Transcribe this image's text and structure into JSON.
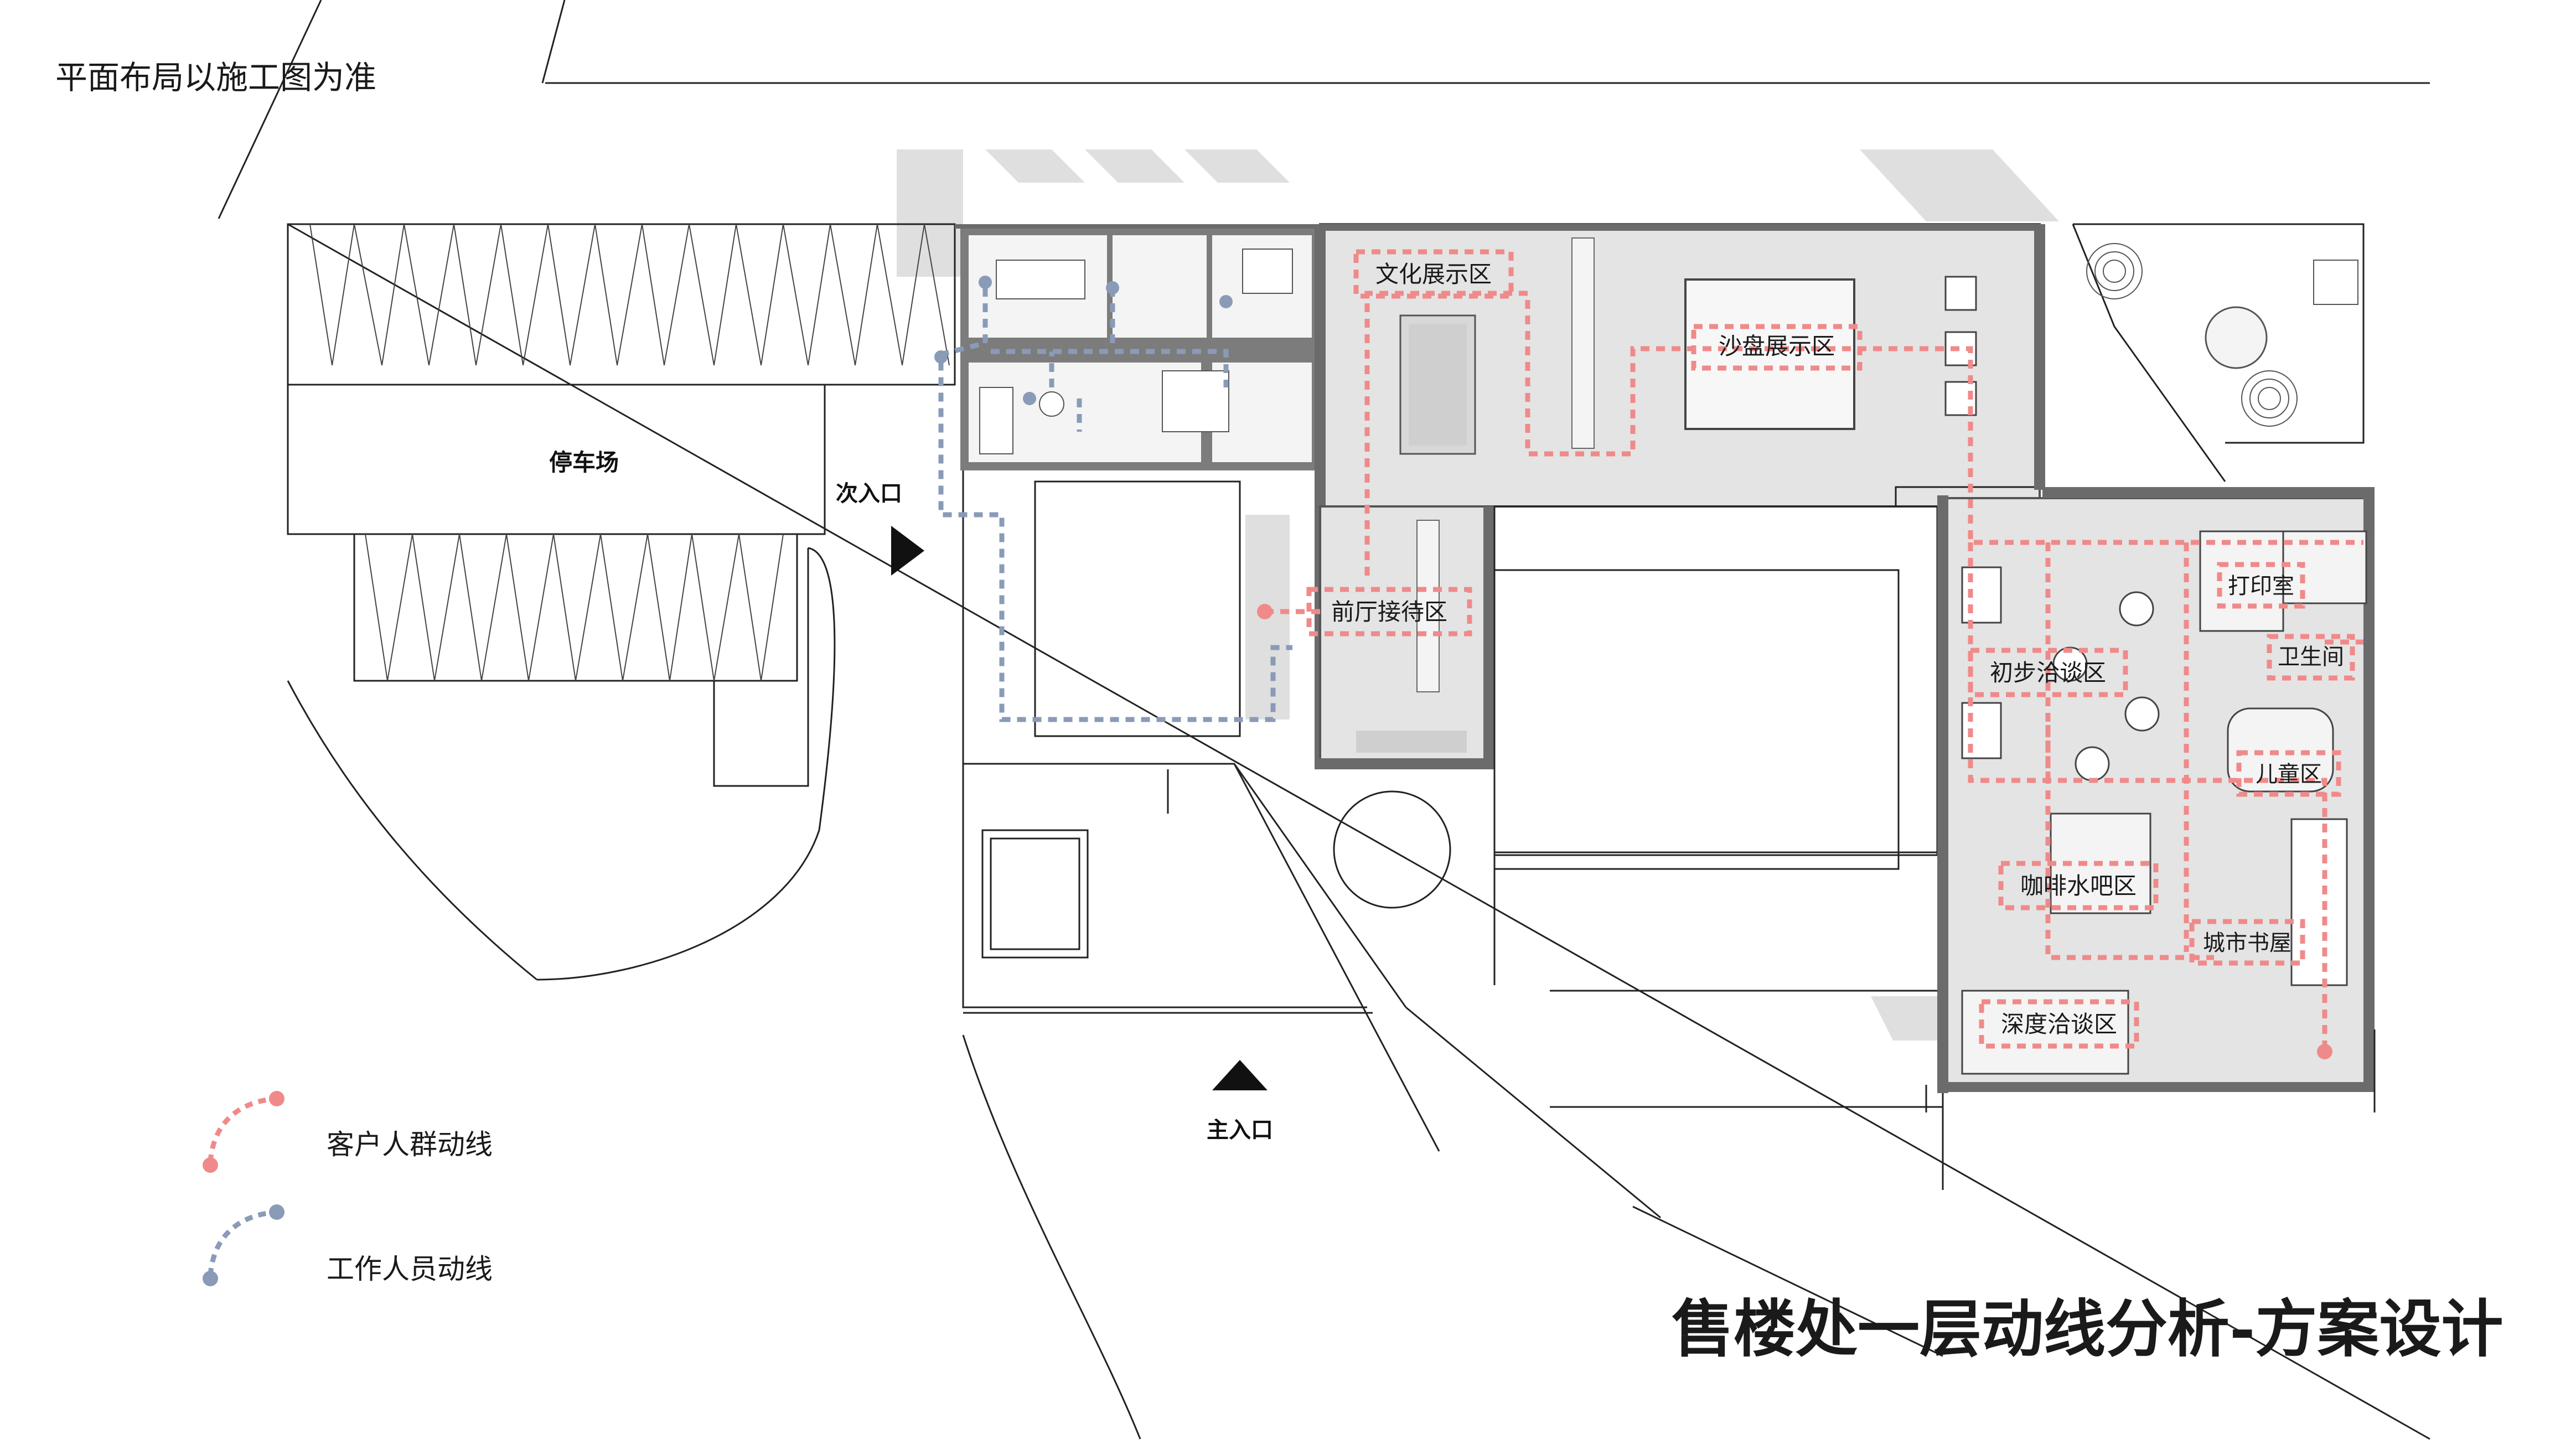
{
  "note": "平面布局以施工图为准",
  "title": "售楼处一层动线分析-方案设计",
  "labels": {
    "parking": "停车场",
    "secondary_entrance": "次入口",
    "main_entrance": "主入口"
  },
  "zones": {
    "culture": "文化展示区",
    "sandtable": "沙盘展示区",
    "reception": "前厅接待区",
    "print": "打印室",
    "washroom": "卫生间",
    "initial_talk": "初步洽谈区",
    "kids": "儿童区",
    "coffee": "咖啡水吧区",
    "bookhouse": "城市书屋",
    "deep_talk": "深度洽谈区"
  },
  "legend": {
    "customer": "客户人群动线",
    "staff": "工作人员动线"
  },
  "colors": {
    "customer_line": "#f08a8a",
    "staff_line": "#8a9bb8"
  }
}
